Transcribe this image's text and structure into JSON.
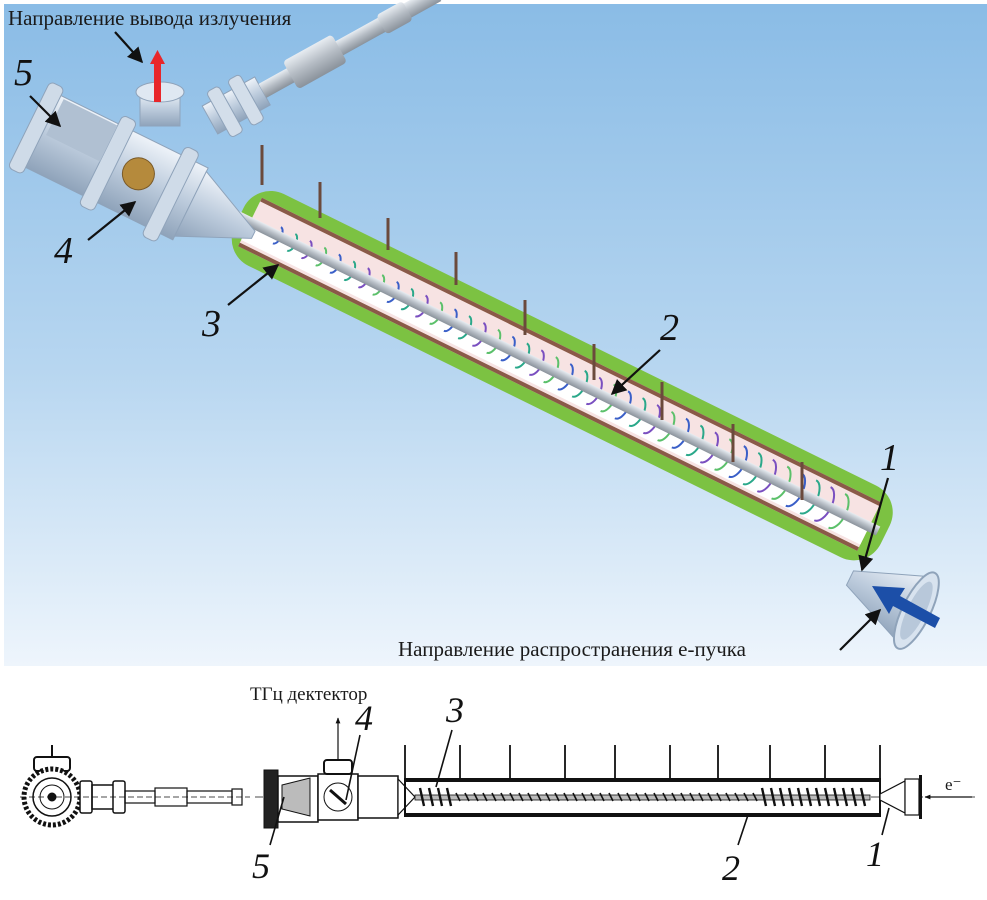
{
  "figure": {
    "top_panel": {
      "caption_output": "Направление вывода излучения",
      "caption_beam": "Направление распространения е-пучка",
      "callouts": [
        "1",
        "2",
        "3",
        "4",
        "5"
      ]
    },
    "bottom_panel": {
      "detector_label": "ТГц дектектор",
      "electron_label": "e⁻",
      "callouts": [
        "1",
        "2",
        "3",
        "4",
        "5"
      ]
    }
  },
  "colors": {
    "sky_top": "#8abce6",
    "sky_bottom": "#eef5fc",
    "jacket_green": "#7cc242",
    "tube_pink": "#f6dede",
    "output_arrow_red": "#e8262a",
    "beam_arrow_blue": "#1c4fa8",
    "metal": "#c9d7e6",
    "rod_brown": "#6b4a3c",
    "ink": "#111111"
  }
}
